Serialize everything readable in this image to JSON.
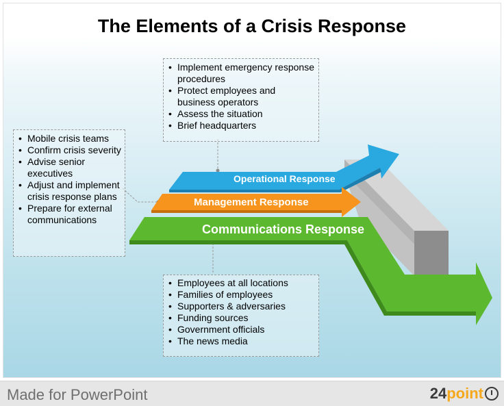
{
  "title": "The Elements of a Crisis Response",
  "arrows": {
    "operational": "Operational Response",
    "management": "Management Response",
    "communications": "Communications Response"
  },
  "boxes": {
    "operational_items": [
      "Implement emergency response procedures",
      "Protect employees and business operators",
      "Assess the situation",
      "Brief headquarters"
    ],
    "management_items": [
      "Mobile crisis teams",
      "Confirm crisis severity",
      "Advise senior executives",
      "Adjust and implement crisis response plans",
      "Prepare for external communications"
    ],
    "communications_items": [
      "Employees at all locations",
      "Families of employees",
      "Supporters & adversaries",
      "Funding sources",
      "Government officials",
      "The news media"
    ]
  },
  "footer": {
    "made_for": "Made for PowerPoint",
    "brand_number": "24",
    "brand_word": "point"
  },
  "colors": {
    "operational": "#2aa8e0",
    "management": "#f7941d",
    "communications": "#5cb82e",
    "pillar": "#a8a8a8"
  }
}
